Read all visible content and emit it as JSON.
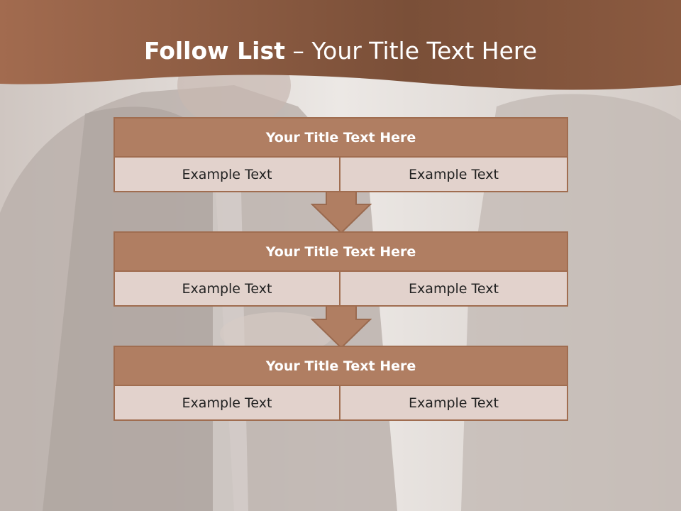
{
  "slide": {
    "title_bold": "Follow List",
    "title_rest": " – Your Title Text Here"
  },
  "blocks": [
    {
      "title": "Your Title Text Here",
      "left": "Example Text",
      "right": "Example Text"
    },
    {
      "title": "Your Title Text Here",
      "left": "Example Text",
      "right": "Example Text"
    },
    {
      "title": "Your Title Text Here",
      "left": "Example Text",
      "right": "Example Text"
    }
  ],
  "colors": {
    "header": "#8a5a40",
    "block_title": "#b07e62",
    "cell": "#e2d2cc",
    "border": "#a06d50"
  }
}
